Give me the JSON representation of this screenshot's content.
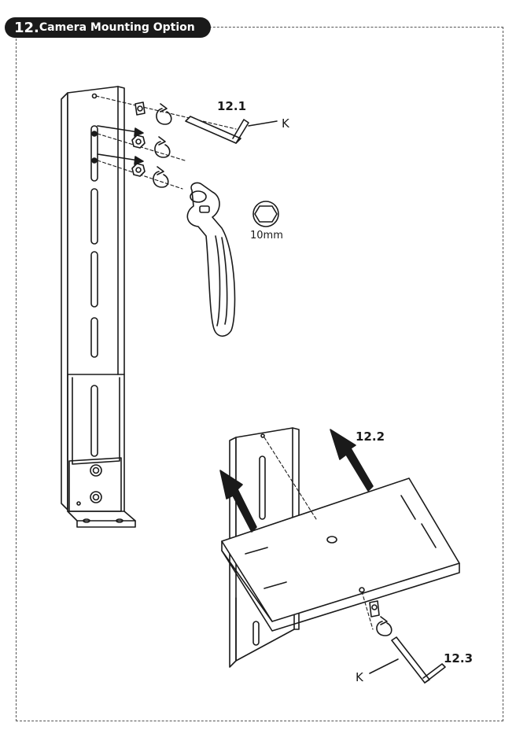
{
  "header": {
    "step_number": "12.",
    "title": "Camera Mounting Option"
  },
  "labels": {
    "step_12_1": "12.1",
    "step_12_2": "12.2",
    "step_12_3": "12.3",
    "hex_key_top": "K",
    "hex_key_bottom": "K",
    "socket_size": "10mm"
  },
  "icons": [
    "hex-key-icon",
    "ratchet-wrench-icon",
    "hex-socket-icon",
    "rotate-arrow-icon",
    "up-arrow-icon"
  ],
  "colors": {
    "header_bg": "#1a1a1a",
    "line": "#1a1a1a",
    "dashed_border": "#555555"
  }
}
